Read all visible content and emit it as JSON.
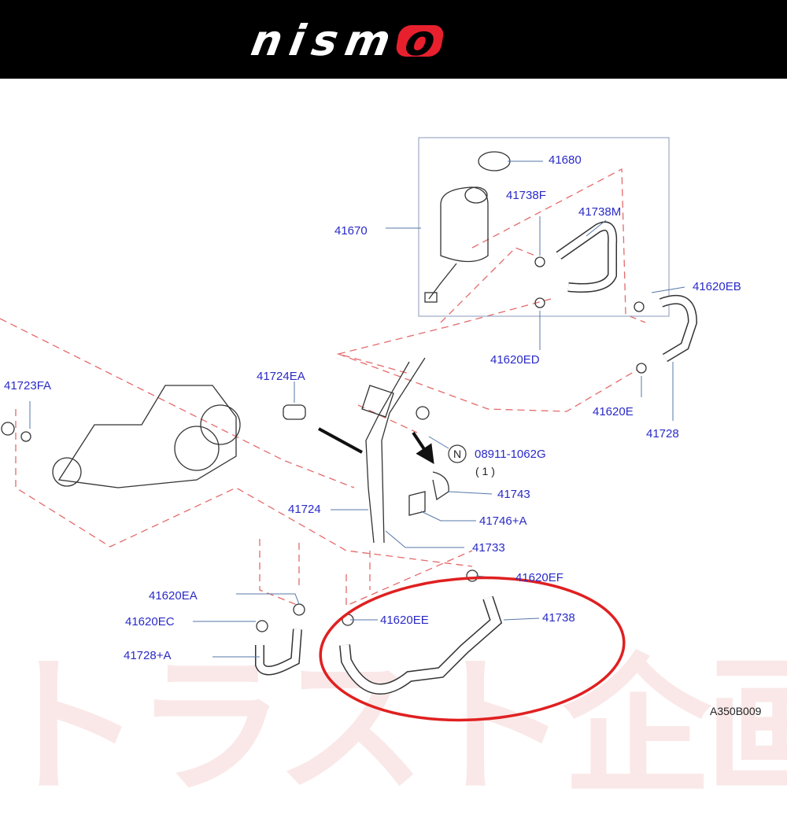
{
  "header": {
    "brand": "nismo",
    "brand_main": "nism",
    "brand_accent": "o",
    "accent_color": "#e8202e"
  },
  "watermark": "トラスト企画",
  "diagram": {
    "labels": {
      "p41680": "41680",
      "p41738F": "41738F",
      "p41738M": "41738M",
      "p41670": "41670",
      "p41620EB": "41620EB",
      "p41620ED": "41620ED",
      "p41620E": "41620E",
      "p41728": "41728",
      "p41723FA": "41723FA",
      "p41724EA": "41724EA",
      "p08911": "08911-1062G",
      "qty": "( 1 )",
      "n_mark": "N",
      "p41743": "41743",
      "p41746A": "41746+A",
      "p41724": "41724",
      "p41733": "41733",
      "p41620EF": "41620EF",
      "p41620EA": "41620EA",
      "p41620EC": "41620EC",
      "p41620EE": "41620EE",
      "p41738": "41738",
      "p41728A": "41728+A"
    },
    "diagram_code": "A350B009",
    "highlight_color": "#e02020",
    "line_color": "#2a2ac8"
  }
}
